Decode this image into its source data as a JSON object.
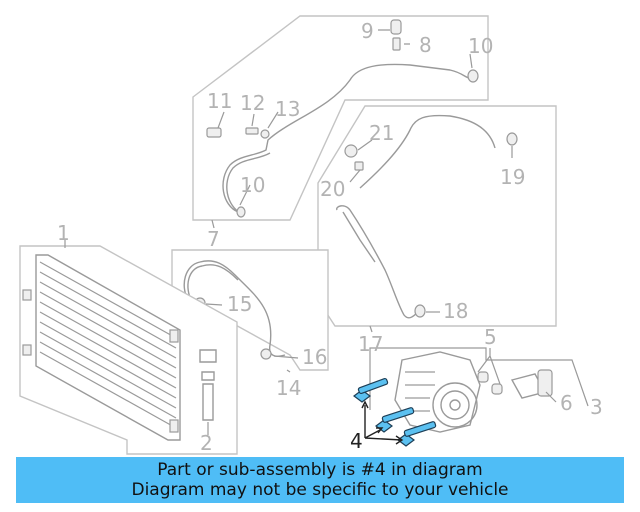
{
  "callouts": {
    "c1": "1",
    "c2": "2",
    "c3": "3",
    "c4": "4",
    "c5": "5",
    "c6": "6",
    "c7": "7",
    "c8": "8",
    "c9": "9",
    "c10a": "10",
    "c10b": "10",
    "c11": "11",
    "c12": "12",
    "c13": "13",
    "c14": "14",
    "c15": "15",
    "c16": "16",
    "c17": "17",
    "c18": "18",
    "c19": "19",
    "c20": "20",
    "c21": "21"
  },
  "banner": {
    "line1": "Part or sub-assembly is #4 in diagram",
    "line2": "Diagram may not be specific to your vehicle"
  },
  "colors": {
    "highlight": "#5bc0f0",
    "banner": "#4fbdf6",
    "callout": "#b3b3b3"
  }
}
